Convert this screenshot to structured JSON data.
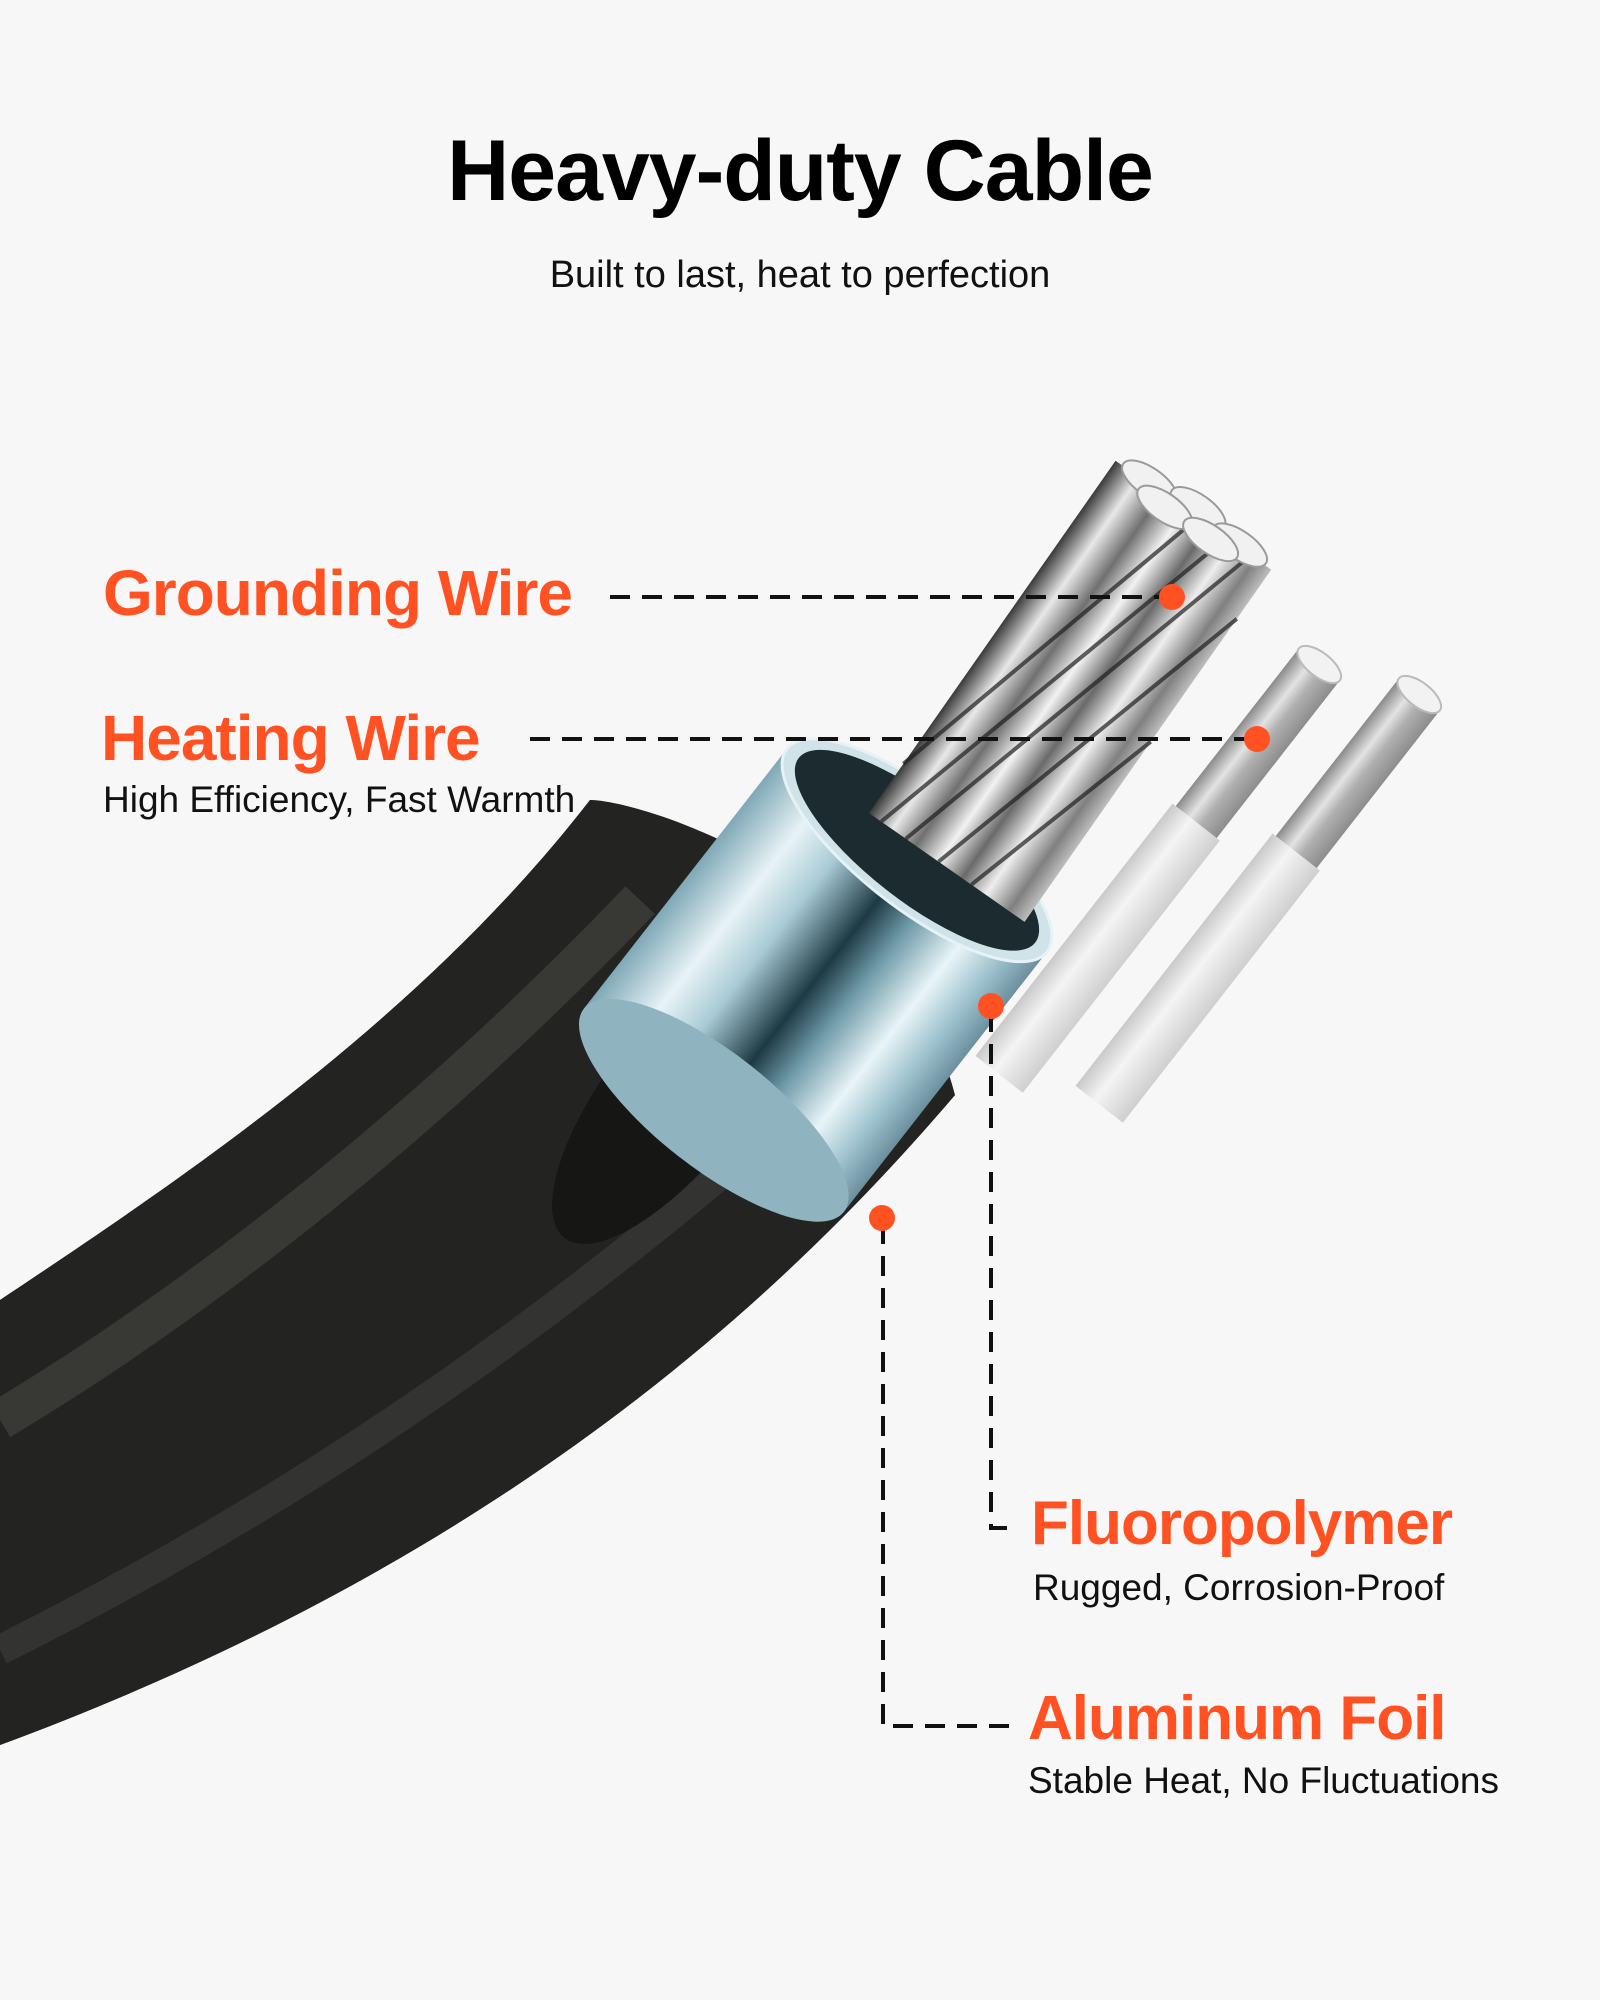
{
  "header": {
    "title": "Heavy-duty Cable",
    "subtitle": "Built to last, heat to perfection"
  },
  "colors": {
    "accent": "#FF5122",
    "background": "#F7F7F7",
    "text": "#000000",
    "jacket": "#1e1e1c",
    "foil": "#9cc4d0"
  },
  "callouts": [
    {
      "label": "Grounding Wire",
      "description": "",
      "marker": "orange-dot"
    },
    {
      "label": "Heating Wire",
      "description": "High Efficiency, Fast Warmth",
      "marker": "orange-dot"
    },
    {
      "label": "Fluoropolymer",
      "description": "Rugged, Corrosion-Proof",
      "marker": "orange-dot"
    },
    {
      "label": "Aluminum Foil",
      "description": "Stable Heat, No Fluctuations",
      "marker": "orange-dot"
    }
  ],
  "illustration": {
    "subject": "cable-cross-section",
    "layers": [
      "black-jacket",
      "aluminum-foil",
      "fluoropolymer-insulation",
      "heating-wires",
      "stranded-grounding-wire"
    ]
  }
}
